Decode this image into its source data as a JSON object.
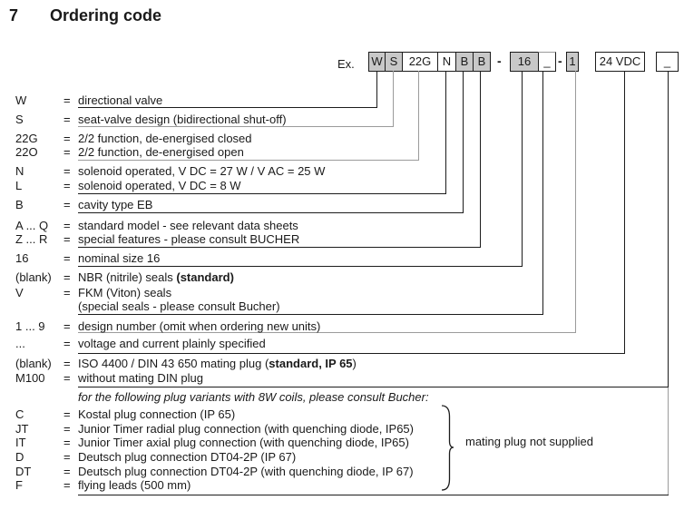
{
  "title": {
    "number": "7",
    "text": "Ordering code"
  },
  "example": {
    "label": "Ex.",
    "boxes": [
      {
        "code": "W",
        "fill": "gray"
      },
      {
        "code": "S",
        "fill": "gray"
      },
      {
        "code": "22G",
        "fill": "white"
      },
      {
        "code": "N",
        "fill": "white"
      },
      {
        "code": "B",
        "fill": "gray"
      },
      {
        "code": "B",
        "fill": "gray"
      },
      {
        "code": "16",
        "fill": "gray"
      },
      {
        "code": "_",
        "fill": "white"
      },
      {
        "code": "1",
        "fill": "gray"
      },
      {
        "code": "24 VDC",
        "fill": "white"
      },
      {
        "code": "_",
        "fill": "white"
      }
    ],
    "separators": [
      "-",
      "-"
    ]
  },
  "legend": {
    "rows": [
      {
        "label": "W",
        "eq": "=",
        "desc": "directional valve"
      },
      {
        "label": "S",
        "eq": "=",
        "desc": "seat-valve design (bidirectional shut-off)"
      },
      {
        "label": "22G",
        "eq": "=",
        "desc": "2/2 function, de-energised closed"
      },
      {
        "label": "22O",
        "eq": "=",
        "desc": "2/2 function, de-energised open"
      },
      {
        "label": "N",
        "eq": "=",
        "desc": "solenoid operated, V DC = 27  W  /  V AC = 25  W"
      },
      {
        "label": "L",
        "eq": "=",
        "desc": "solenoid operated, V DC = 8  W"
      },
      {
        "label": "B",
        "eq": "=",
        "desc": "cavity type EB"
      },
      {
        "label": "A ... Q",
        "eq": "=",
        "desc": "standard model - see relevant data sheets"
      },
      {
        "label": "Z ... R",
        "eq": "=",
        "desc": "special features - please consult BUCHER"
      },
      {
        "label": "16",
        "eq": "=",
        "desc": "nominal size 16"
      },
      {
        "label": "(blank)",
        "eq": "=",
        "desc": "NBR (nitrile) seals  ",
        "desc_bold": "(standard)",
        "desc_end": ""
      },
      {
        "label": "V",
        "eq": "=",
        "desc": "FKM (Viton) seals"
      },
      {
        "label": "",
        "eq": "",
        "desc": "(special seals - please consult Bucher)"
      },
      {
        "label": "1 ... 9",
        "eq": "=",
        "desc": "design number (omit when ordering new units)"
      },
      {
        "label": "...",
        "eq": "=",
        "desc": "voltage and current plainly specified"
      },
      {
        "label": "(blank)",
        "eq": "=",
        "desc": "ISO 4400 / DIN 43 650 mating plug (",
        "desc_bold": "standard, IP 65",
        "desc_end": ")"
      },
      {
        "label": "M100",
        "eq": "=",
        "desc": "without mating DIN plug"
      },
      {
        "label": "",
        "eq": "",
        "desc": "for the following plug variants with 8W coils, please consult Bucher:"
      },
      {
        "label": "C",
        "eq": "=",
        "desc": "Kostal plug connection (IP 65)"
      },
      {
        "label": "JT",
        "eq": "=",
        "desc": "Junior Timer radial plug connection (with quenching diode, IP65)"
      },
      {
        "label": "IT",
        "eq": "=",
        "desc": "Junior Timer axial plug connection (with quenching diode, IP65)"
      },
      {
        "label": "D",
        "eq": "=",
        "desc": "Deutsch plug connection DT04-2P (IP 67)"
      },
      {
        "label": "DT",
        "eq": "=",
        "desc": "Deutsch plug connection DT04-2P (with quenching diode, IP 67)"
      },
      {
        "label": "F",
        "eq": "=",
        "desc": "flying leads (500 mm)"
      }
    ]
  },
  "brace_label": "mating plug not supplied",
  "colors": {
    "box_fill_gray": "#c8c8c8",
    "line_black": "#1c1c1c",
    "line_gray": "#9b9b9b",
    "text": "#1a1a1a"
  }
}
